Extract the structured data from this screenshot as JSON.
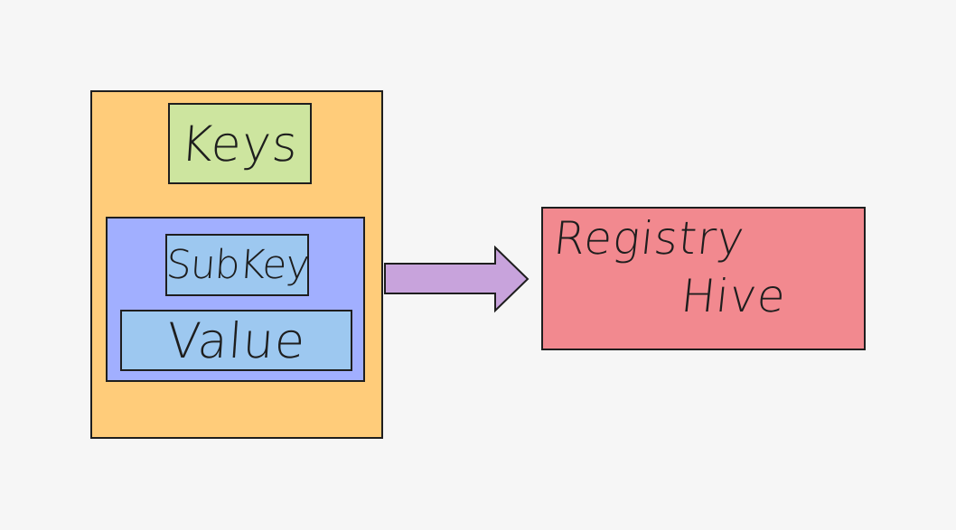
{
  "diagram": {
    "keys_label": "Keys",
    "subkey_label": "SubKey",
    "value_label": "Value",
    "target_line1": "Registry",
    "target_line2": "Hive"
  },
  "colors": {
    "background": "#f6f6f6",
    "outer_box": "#ffcc7a",
    "keys_box": "#cde59f",
    "inner_box": "#a1afff",
    "subkey_box": "#9dc8f0",
    "value_box": "#9dc8f0",
    "arrow": "#c8a3dc",
    "target_box": "#f2898f",
    "stroke": "#1e1e1e"
  }
}
